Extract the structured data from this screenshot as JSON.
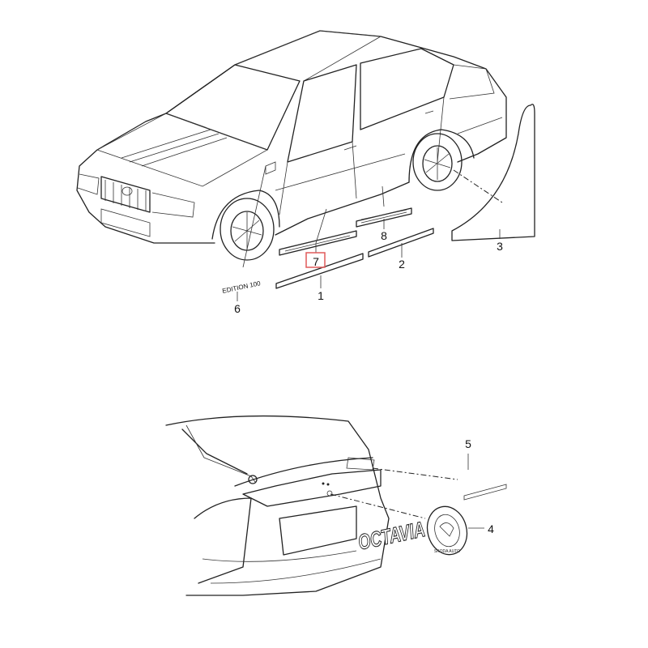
{
  "diagram": {
    "callouts": {
      "c1": "1",
      "c2": "2",
      "c3": "3",
      "c4": "4",
      "c5": "5",
      "c6": "6",
      "c7": "7",
      "c8": "8"
    },
    "highlighted_callout": "7",
    "highlight_color": "#e05a5a",
    "edition_badge_text": "EDITION 100",
    "model_emblem_text": "OCTAVIA",
    "brand_emblem_text": "SKODA AUTO"
  }
}
